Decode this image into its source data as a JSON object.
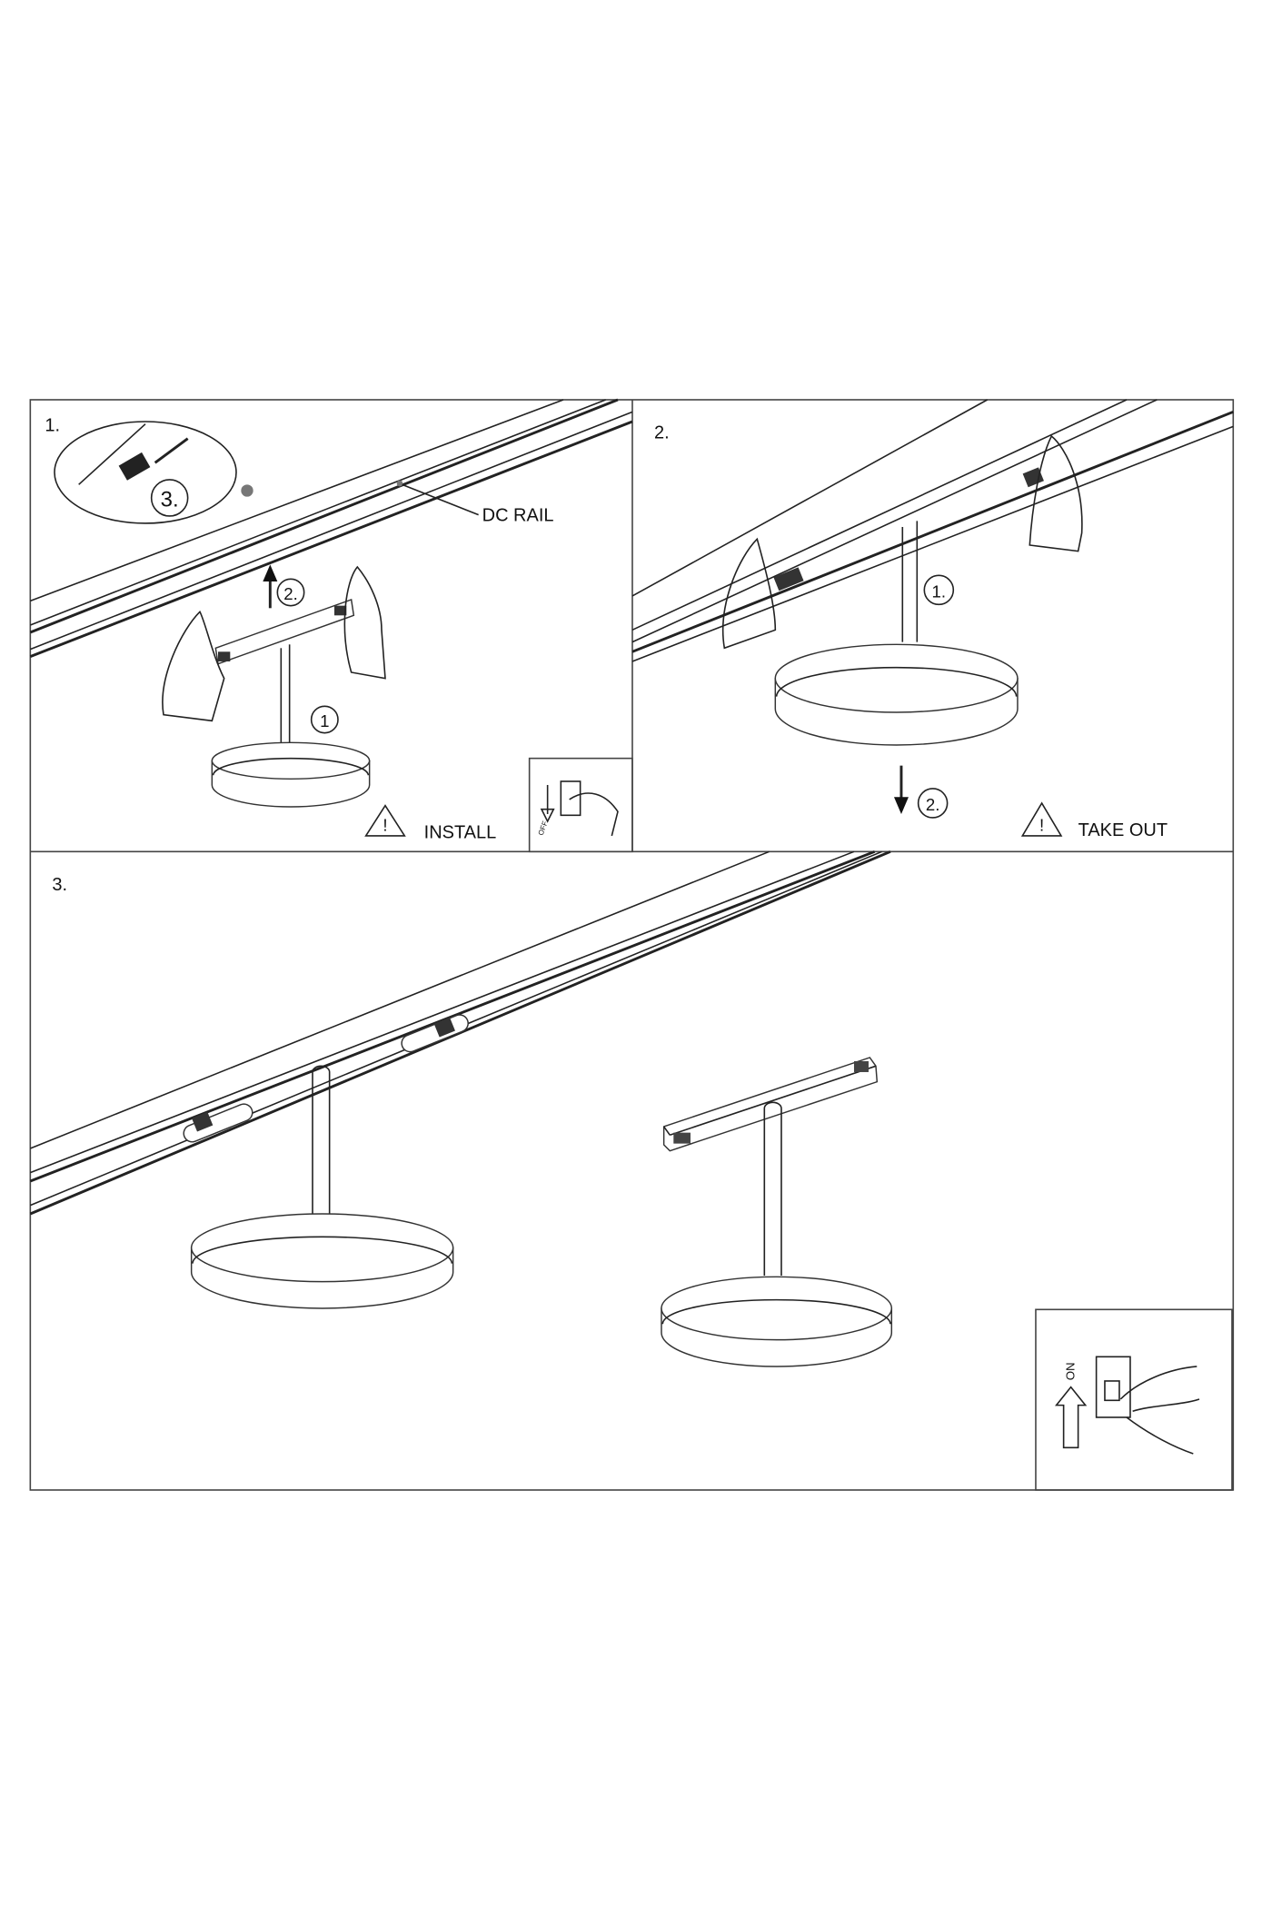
{
  "panels": [
    {
      "step": "1.",
      "caption": "INSTALL",
      "callouts": {
        "detail": "3.",
        "lift": "2.",
        "hold": "1"
      },
      "rail_label": "DC RAIL",
      "switch_label": "OFF"
    },
    {
      "step": "2.",
      "caption": "TAKE OUT",
      "callouts": {
        "press": "1.",
        "pull": "2."
      }
    },
    {
      "step": "3.",
      "switch_label": "ON"
    }
  ],
  "warning_icon": "warning-triangle-icon"
}
